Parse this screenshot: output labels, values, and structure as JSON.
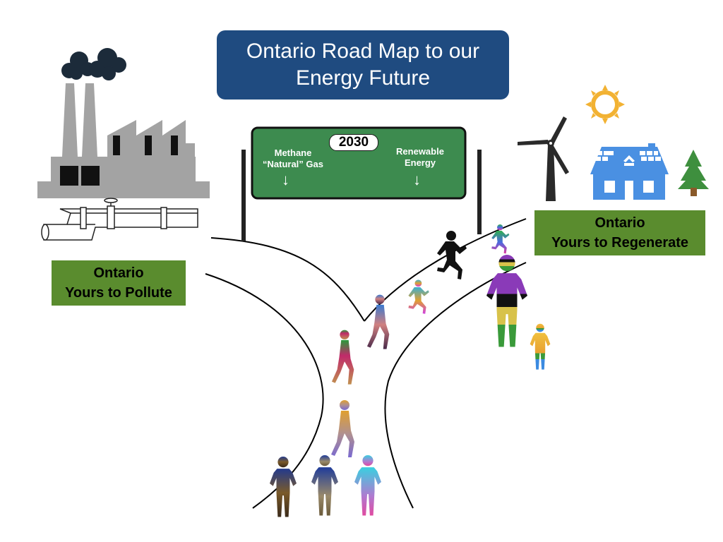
{
  "title": {
    "line1": "Ontario Road Map to our",
    "line2": "Energy Future"
  },
  "sign": {
    "year": "2030",
    "left": {
      "line1": "Methane",
      "line2": "“Natural” Gas"
    },
    "right": {
      "line1": "Renewable",
      "line2": "Energy"
    },
    "arrow_glyph": "↓"
  },
  "left_label": {
    "line1": "Ontario",
    "line2": "Yours to Pollute"
  },
  "right_label": {
    "line1": "Ontario",
    "line2": "Yours to Regenerate"
  },
  "colors": {
    "title_bg": "#1f4b80",
    "sign_green": "#3d8b4f",
    "label_green": "#5a8c2e",
    "factory_gray": "#a3a3a3",
    "smoke": "#1c2b3a",
    "house_blue": "#4a90e2",
    "sun": "#f2b233",
    "tree": "#3e8f3e"
  },
  "icons": [
    "factory-icon",
    "smoke-cloud-icon",
    "pipeline-icon",
    "wind-turbine-icon",
    "sun-icon",
    "house-solar-icon",
    "tree-icon",
    "person-silhouette-icon"
  ]
}
